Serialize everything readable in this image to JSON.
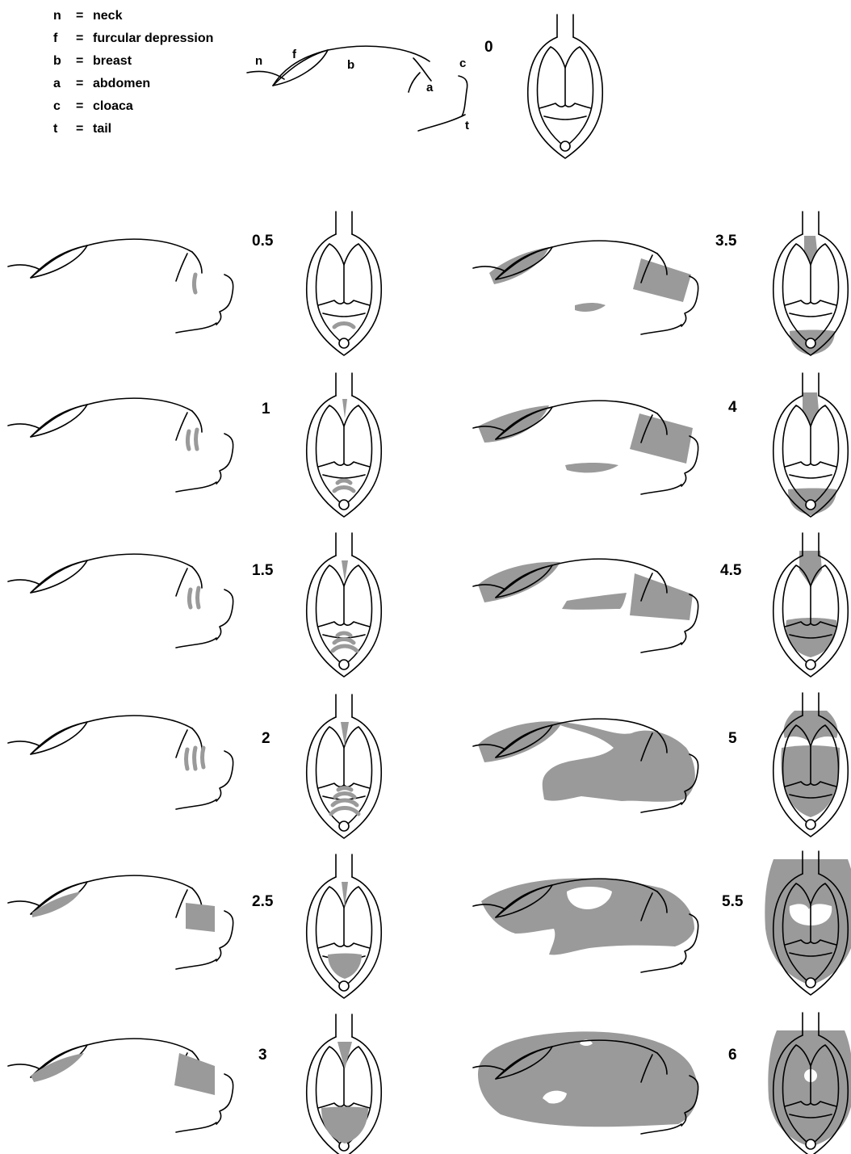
{
  "legend": [
    {
      "key": "n",
      "text": "neck"
    },
    {
      "key": "f",
      "text": "furcular depression"
    },
    {
      "key": "b",
      "text": "breast"
    },
    {
      "key": "a",
      "text": "abdomen"
    },
    {
      "key": "c",
      "text": "cloaca"
    },
    {
      "key": "t",
      "text": "tail"
    }
  ],
  "region_labels": {
    "n": "n",
    "f": "f",
    "b": "b",
    "a": "a",
    "c": "c",
    "t": "t"
  },
  "scores": [
    "0",
    "0.5",
    "1",
    "1.5",
    "2",
    "2.5",
    "3",
    "3.5",
    "4",
    "4.5",
    "5",
    "5.5",
    "6"
  ],
  "colors": {
    "fat": "#9a9a9a",
    "outline": "#000000",
    "background": "#ffffff"
  }
}
